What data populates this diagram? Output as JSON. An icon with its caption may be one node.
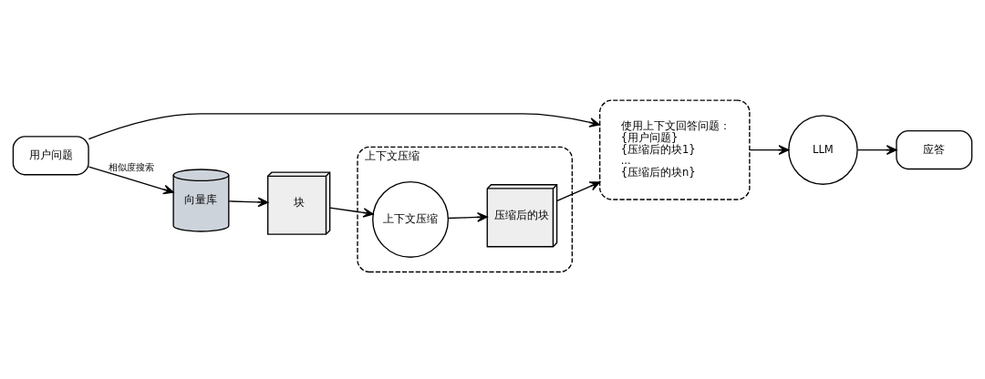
{
  "diagram": {
    "nodes": [
      {
        "text": [
          "用户问题"
        ]
      },
      {
        "text": [
          "使用上下文回答问题：",
          "{用户问题}",
          "{压缩后的块1}",
          "...",
          "{压缩后的块n}"
        ]
      },
      {
        "text": [
          "LLM"
        ]
      },
      {
        "text": [
          "应答"
        ]
      },
      {
        "text": [
          "向量库"
        ]
      },
      {
        "text": [
          "块"
        ]
      },
      {
        "text": [
          "上下文压缩"
        ]
      },
      {
        "text": [
          "上下文压缩"
        ],
        "in": 6
      },
      {
        "text": [
          "压缩后的块"
        ],
        "in": 6
      }
    ],
    "edges": [
      {
        "from": 0,
        "to": 1,
        "arrow": "to"
      },
      {
        "from": 1,
        "to": 2,
        "arrow": "to"
      },
      {
        "from": 2,
        "to": 3,
        "arrow": "to"
      },
      {
        "from": 0,
        "to": 4,
        "arrow": "to",
        "label": "相似度搜索"
      },
      {
        "from": 4,
        "to": 5,
        "arrow": "to"
      },
      {
        "from": 5,
        "to": 7,
        "arrow": "to"
      },
      {
        "from": 7,
        "to": 8,
        "arrow": "to"
      },
      {
        "from": 8,
        "to": 1,
        "arrow": "to"
      }
    ]
  }
}
